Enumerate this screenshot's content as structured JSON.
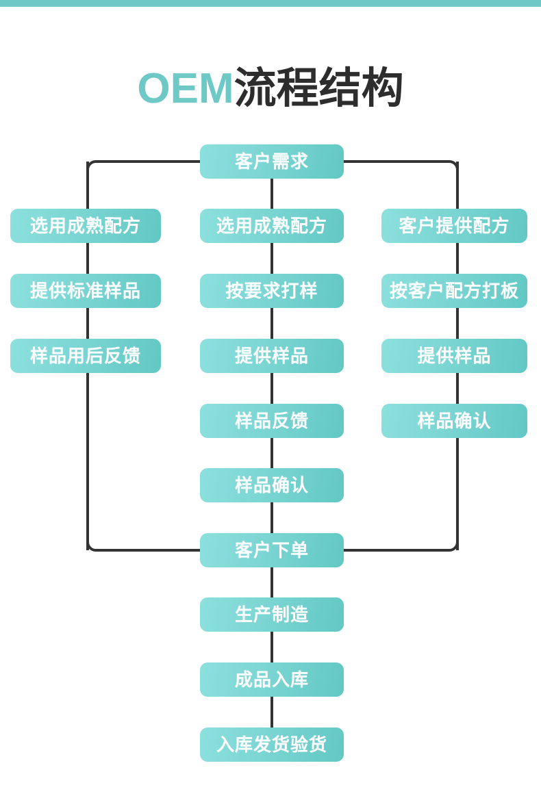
{
  "page": {
    "title_accent": "OEM",
    "title_rest": "流程结构",
    "background_color": "#ffffff",
    "accent_color": "#6ec9c6",
    "node_gradient_from": "#8ce0dd",
    "node_gradient_to": "#62c8c4",
    "connector_color": "#333333",
    "node_text_color": "#ffffff"
  },
  "chart_data": {
    "type": "diagram",
    "title": "OEM流程结构",
    "columns": [
      {
        "name": "left-branch",
        "nodes": [
          "选用成熟配方",
          "提供标准样品",
          "样品用后反馈"
        ]
      },
      {
        "name": "center-branch",
        "nodes": [
          "客户需求",
          "选用成熟配方",
          "按要求打样",
          "提供样品",
          "样品反馈",
          "样品确认",
          "客户下单",
          "生产制造",
          "成品入库",
          "入库发货验货"
        ]
      },
      {
        "name": "right-branch",
        "nodes": [
          "客户提供配方",
          "按客户配方打板",
          "提供样品",
          "样品确认"
        ]
      }
    ]
  },
  "nodes": {
    "start": "客户需求",
    "left": {
      "n1": "选用成熟配方",
      "n2": "提供标准样品",
      "n3": "样品用后反馈"
    },
    "mid": {
      "n1": "选用成熟配方",
      "n2": "按要求打样",
      "n3": "提供样品",
      "n4": "样品反馈",
      "n5": "样品确认"
    },
    "right": {
      "n1": "客户提供配方",
      "n2": "按客户配方打板",
      "n3": "提供样品",
      "n4": "样品确认"
    },
    "order": "客户下单",
    "produce": "生产制造",
    "stock": "成品入库",
    "ship": "入库发货验货"
  }
}
